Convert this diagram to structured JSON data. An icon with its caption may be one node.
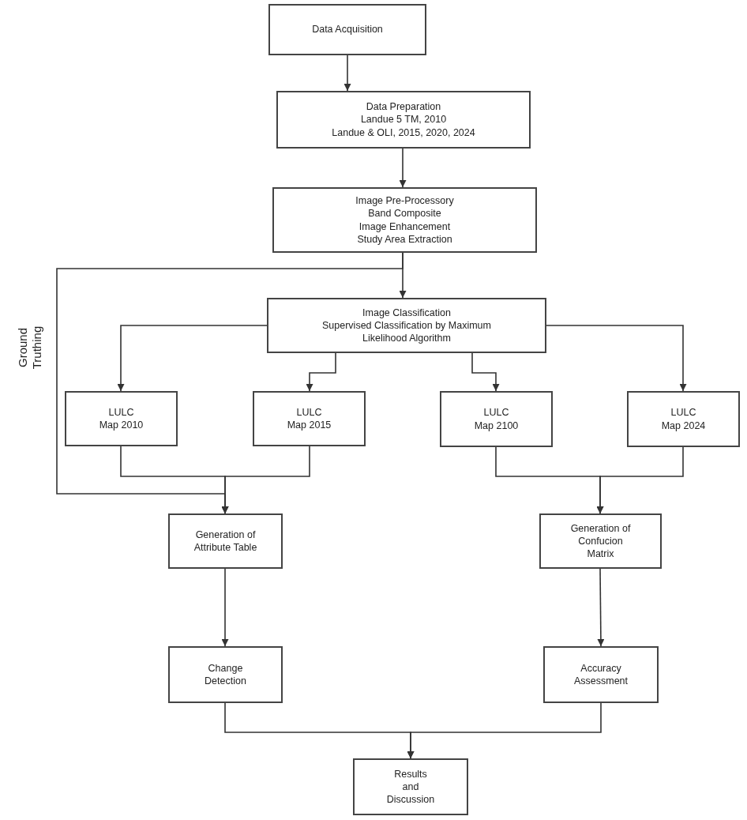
{
  "diagram": {
    "nodes": [
      {
        "text": [
          "Data Acquisition"
        ]
      },
      {
        "text": [
          "Data Preparation",
          "Landue 5 TM, 2010",
          "Landue & OLI, 2015, 2020, 2024"
        ]
      },
      {
        "text": [
          "Image Pre-Processory",
          "Band Composite",
          "Image Enhancement",
          "Study Area Extraction"
        ]
      },
      {
        "text": [
          "Image Classification",
          "Supervised Classification by Maximum Likelihood Algorithm"
        ]
      },
      {
        "text": [
          "LULC Map 2010"
        ]
      },
      {
        "text": [
          "LULC Map 2015"
        ]
      },
      {
        "text": [
          "LULC Map 2100"
        ]
      },
      {
        "text": [
          "LULC Map 2024"
        ]
      },
      {
        "text": [
          "Generation of Attribute Table"
        ]
      },
      {
        "text": [
          "Generation of Confucion Matrix"
        ]
      },
      {
        "text": [
          "Change Detection"
        ]
      },
      {
        "text": [
          "Accuracy Assessment"
        ]
      },
      {
        "text": [
          "Results and Discussion"
        ]
      }
    ],
    "edges": [
      {
        "from": 0,
        "to": 1,
        "arrow": "to"
      },
      {
        "from": 1,
        "to": 2,
        "arrow": "to"
      },
      {
        "from": 2,
        "to": 3,
        "arrow": "to"
      },
      {
        "from": 2,
        "to": 8,
        "arrow": "to",
        "label": "Ground Truthing"
      },
      {
        "from": 3,
        "to": 4,
        "arrow": "to"
      },
      {
        "from": 3,
        "to": 5,
        "arrow": "to"
      },
      {
        "from": 3,
        "to": 6,
        "arrow": "to"
      },
      {
        "from": 3,
        "to": 7,
        "arrow": "to"
      },
      {
        "from": 4,
        "to": 8,
        "arrow": "to"
      },
      {
        "from": 5,
        "to": 8,
        "arrow": "to"
      },
      {
        "from": 6,
        "to": 9,
        "arrow": "to"
      },
      {
        "from": 7,
        "to": 9,
        "arrow": "to"
      },
      {
        "from": 8,
        "to": 10,
        "arrow": "to"
      },
      {
        "from": 9,
        "to": 11,
        "arrow": "to"
      },
      {
        "from": 10,
        "to": 12,
        "arrow": "to"
      },
      {
        "from": 11,
        "to": 12,
        "arrow": "to"
      }
    ]
  }
}
